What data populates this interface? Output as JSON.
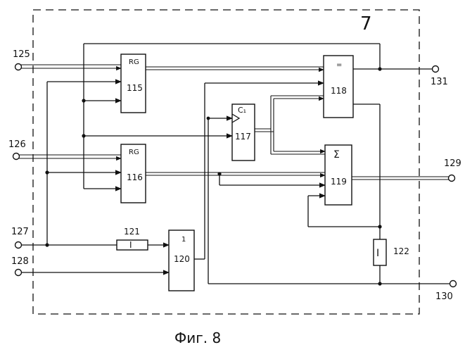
{
  "diagram": {
    "module_number": "7",
    "caption": "Фиг. 8",
    "terminals": {
      "in_125": "125",
      "in_126": "126",
      "in_127": "127",
      "in_128": "128",
      "out_129": "129",
      "out_130": "130",
      "out_131": "131"
    },
    "blocks": {
      "reg_115": {
        "type": "RG",
        "number": "115"
      },
      "reg_116": {
        "type": "RG",
        "number": "116"
      },
      "counter_117": {
        "type": "C₁",
        "number": "117"
      },
      "comparator_118": {
        "type": "=",
        "number": "118"
      },
      "adder_119": {
        "type": "Σ",
        "number": "119"
      },
      "trigger_120": {
        "type": "1",
        "number": "120"
      },
      "element_121": {
        "type": "I",
        "number": "121"
      },
      "element_122": {
        "type": "I",
        "number": "122"
      }
    }
  }
}
